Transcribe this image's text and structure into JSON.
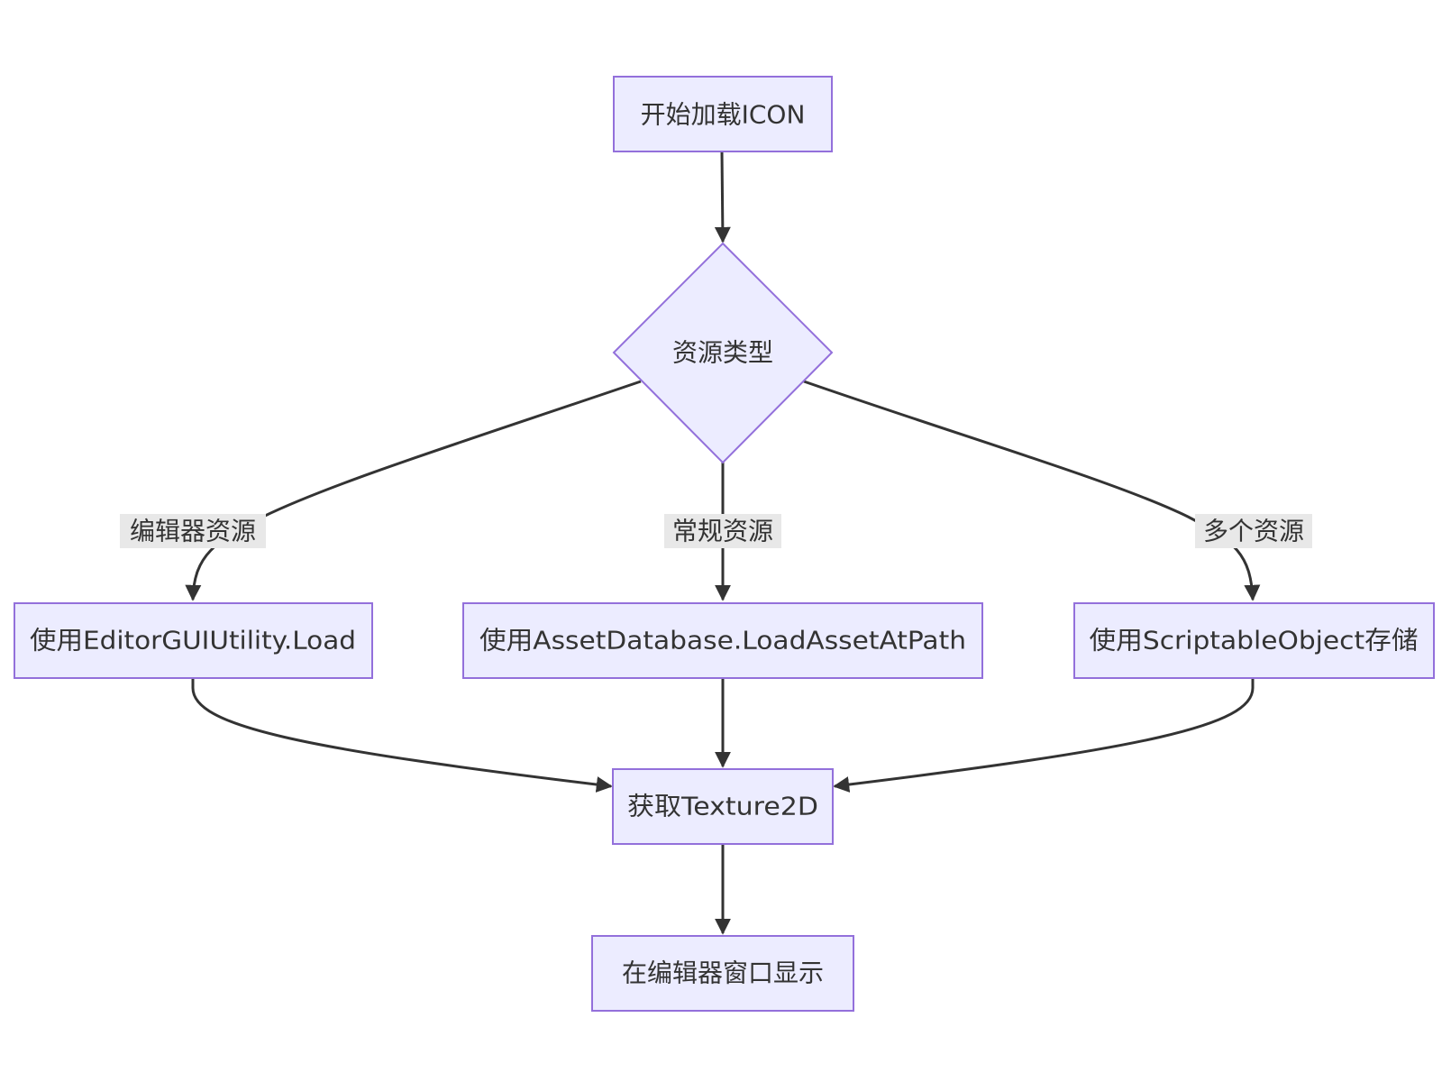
{
  "diagram": {
    "type": "flowchart",
    "colors": {
      "node_fill": "#ECECFF",
      "node_stroke": "#9370DB",
      "edge": "#333333",
      "label_bg": "#E8E8E8",
      "text": "#333333"
    },
    "nodes": {
      "start": "开始加载ICON",
      "decision": "资源类型",
      "editor_load": "使用EditorGUIUtility.Load",
      "asset_load": "使用AssetDatabase.LoadAssetAtPath",
      "scriptable_store": "使用ScriptableObject存储",
      "get_texture": "获取Texture2D",
      "display": "在编辑器窗口显示"
    },
    "edge_labels": {
      "editor": "编辑器资源",
      "regular": "常规资源",
      "multiple": "多个资源"
    }
  }
}
